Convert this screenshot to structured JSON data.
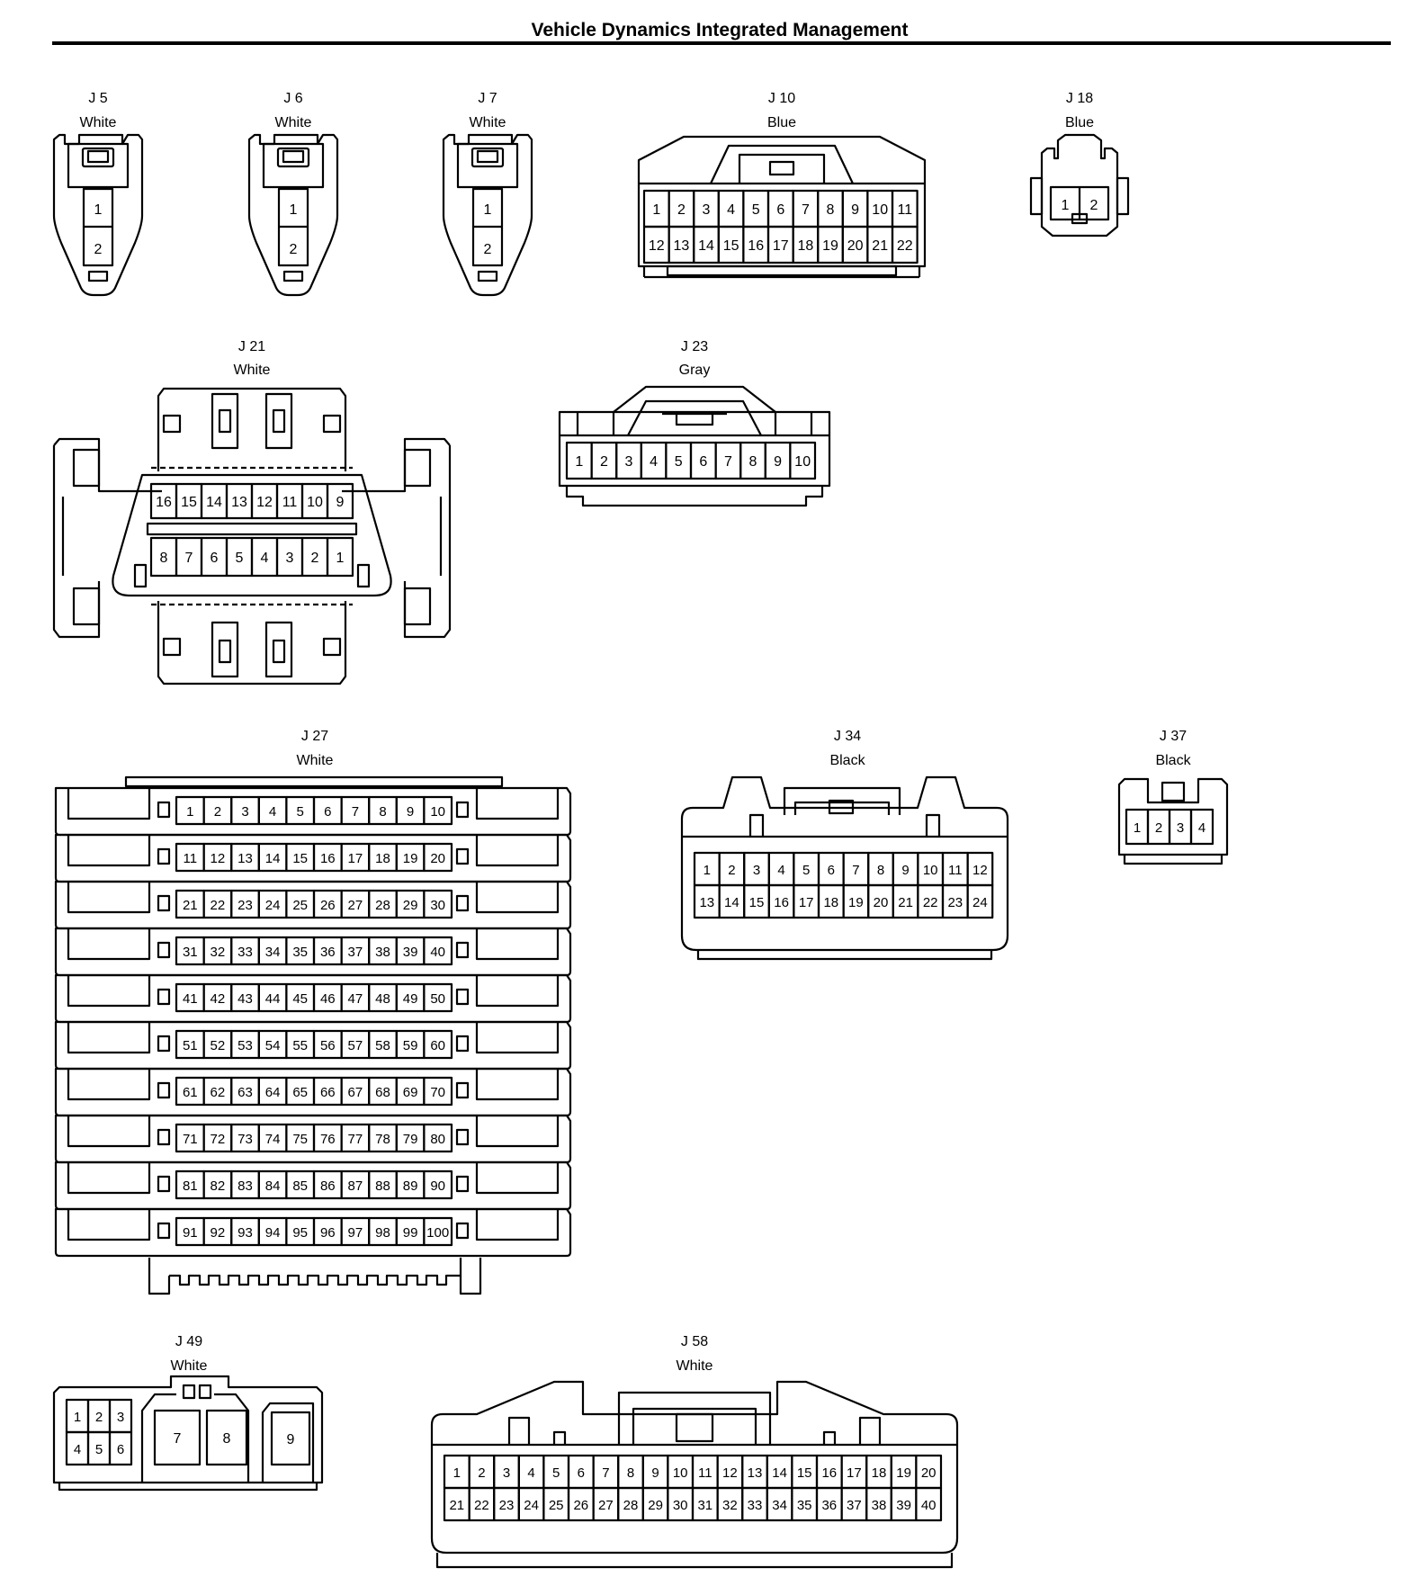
{
  "page": {
    "title": "Vehicle Dynamics Integrated Management"
  },
  "connectors": [
    {
      "key": "j5",
      "id": "J 5",
      "color": "White",
      "pins": [
        "1",
        "2"
      ]
    },
    {
      "key": "j6",
      "id": "J 6",
      "color": "White",
      "pins": [
        "1",
        "2"
      ]
    },
    {
      "key": "j7",
      "id": "J 7",
      "color": "White",
      "pins": [
        "1",
        "2"
      ]
    },
    {
      "key": "j10",
      "id": "J 10",
      "color": "Blue",
      "pins": [
        "1",
        "2",
        "3",
        "4",
        "5",
        "6",
        "7",
        "8",
        "9",
        "10",
        "11",
        "12",
        "13",
        "14",
        "15",
        "16",
        "17",
        "18",
        "19",
        "20",
        "21",
        "22"
      ]
    },
    {
      "key": "j18",
      "id": "J 18",
      "color": "Blue",
      "pins": [
        "1",
        "2"
      ]
    },
    {
      "key": "j21",
      "id": "J 21",
      "color": "White",
      "pins": [
        "16",
        "15",
        "14",
        "13",
        "12",
        "11",
        "10",
        "9",
        "8",
        "7",
        "6",
        "5",
        "4",
        "3",
        "2",
        "1"
      ]
    },
    {
      "key": "j23",
      "id": "J 23",
      "color": "Gray",
      "pins": [
        "1",
        "2",
        "3",
        "4",
        "5",
        "6",
        "7",
        "8",
        "9",
        "10"
      ]
    },
    {
      "key": "j27",
      "id": "J 27",
      "color": "White",
      "pin_count": 100
    },
    {
      "key": "j34",
      "id": "J 34",
      "color": "Black",
      "pins": [
        "1",
        "2",
        "3",
        "4",
        "5",
        "6",
        "7",
        "8",
        "9",
        "10",
        "11",
        "12",
        "13",
        "14",
        "15",
        "16",
        "17",
        "18",
        "19",
        "20",
        "21",
        "22",
        "23",
        "24"
      ]
    },
    {
      "key": "j37",
      "id": "J 37",
      "color": "Black",
      "pins": [
        "1",
        "2",
        "3",
        "4"
      ]
    },
    {
      "key": "j49",
      "id": "J 49",
      "color": "White",
      "pins": [
        "1",
        "2",
        "3",
        "4",
        "5",
        "6",
        "7",
        "8",
        "9"
      ]
    },
    {
      "key": "j58",
      "id": "J 58",
      "color": "White",
      "pin_count": 40
    }
  ]
}
